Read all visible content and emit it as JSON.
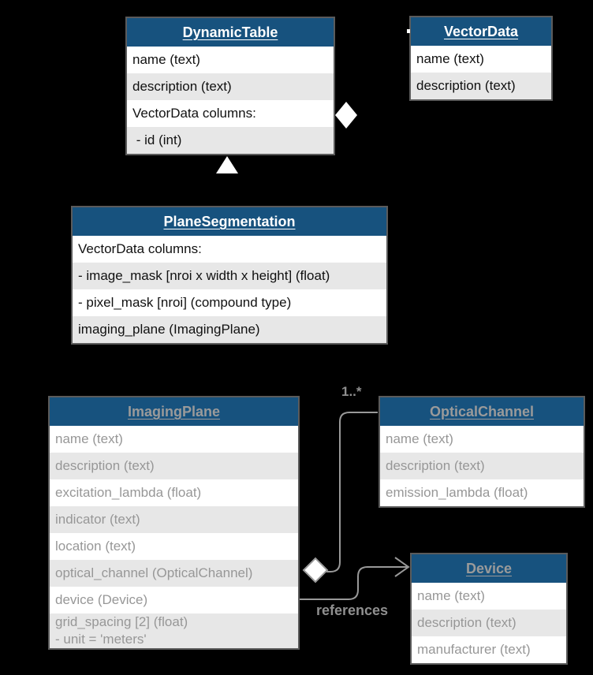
{
  "diagram": {
    "colors": {
      "background": "#000000",
      "header_fill": "#17527e",
      "row_alt": "#e7e7e7",
      "row_base": "#ffffff",
      "box_border": "#5b5b5b",
      "connector": "#999999",
      "dark_text": "#111111",
      "gray_text": "#979797",
      "marker_fill": "#ffffff"
    },
    "classes": [
      {
        "id": "dynamic-table",
        "title": "DynamicTable",
        "rows": [
          "name (text)",
          "description (text)",
          "VectorData columns:",
          " - id (int)"
        ]
      },
      {
        "id": "vector-data",
        "title": "VectorData",
        "rows": [
          "name (text)",
          "description (text)"
        ]
      },
      {
        "id": "plane-segmentation",
        "title": "PlaneSegmentation",
        "rows": [
          "VectorData columns:",
          "- image_mask [nroi x width x height] (float)",
          "- pixel_mask [nroi] (compound type)",
          "imaging_plane (ImagingPlane)"
        ]
      },
      {
        "id": "imaging-plane",
        "title": "ImagingPlane",
        "rows": [
          "name (text)",
          "description (text)",
          "excitation_lambda (float)",
          "indicator (text)",
          "location (text)",
          "optical_channel (OpticalChannel)",
          "device (Device)",
          "grid_spacing [2] (float)\n- unit = 'meters'"
        ]
      },
      {
        "id": "optical-channel",
        "title": "OpticalChannel",
        "rows": [
          "name (text)",
          "description (text)",
          "emission_lambda (float)"
        ]
      },
      {
        "id": "device",
        "title": "Device",
        "rows": [
          "name (text)",
          "description (text)",
          "manufacturer (text)"
        ]
      }
    ],
    "labels": {
      "multiplicity": "1..*",
      "reference": "references"
    }
  }
}
